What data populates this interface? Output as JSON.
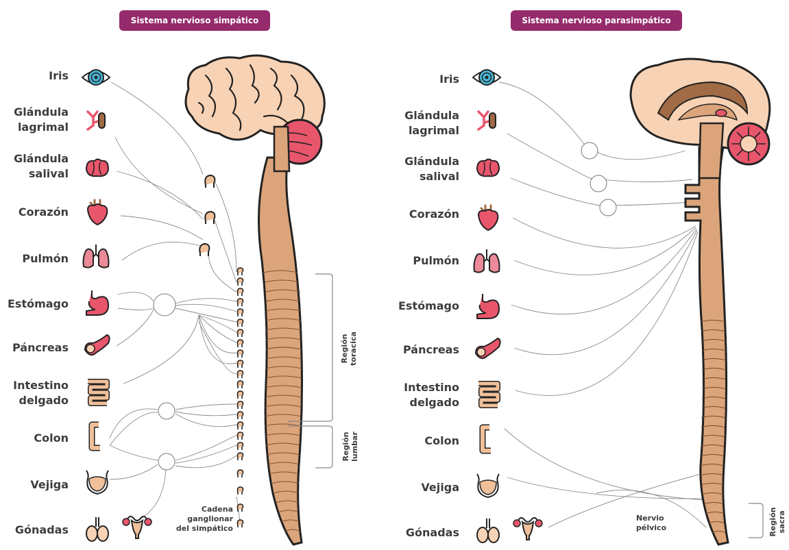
{
  "titles": {
    "sympathetic": "Sistema nervioso simpático",
    "parasympathetic": "Sistema nervioso parasimpático"
  },
  "organs": {
    "iris": "Iris",
    "lacrimal_1": "Glándula",
    "lacrimal_2": "lagrimal",
    "salivary_1": "Glándula",
    "salivary_2": "salival",
    "heart": "Corazón",
    "lung": "Pulmón",
    "stomach": "Estómago",
    "pancreas": "Páncreas",
    "intestine_1": "Intestino",
    "intestine_2": "delgado",
    "colon": "Colon",
    "bladder": "Vejiga",
    "gonads": "Gónadas"
  },
  "regions": {
    "thoracic": "Región\ntoracica",
    "lumbar": "Región\nlumbar",
    "sacral": "Región\nsacra"
  },
  "annotations": {
    "chain_1": "Cadena",
    "chain_2": "ganglionar",
    "chain_3": "del simpático",
    "pelvic_1": "Nervio",
    "pelvic_2": "pélvico"
  },
  "colors": {
    "title_bg": "#952a6c",
    "brain": "#f8d2b4",
    "cerebellum": "#e8566c",
    "spinal_cord": "#dba47a",
    "gland": "#a06b45",
    "lung": "#ec8a9a",
    "iris": "#4ab8d8"
  }
}
